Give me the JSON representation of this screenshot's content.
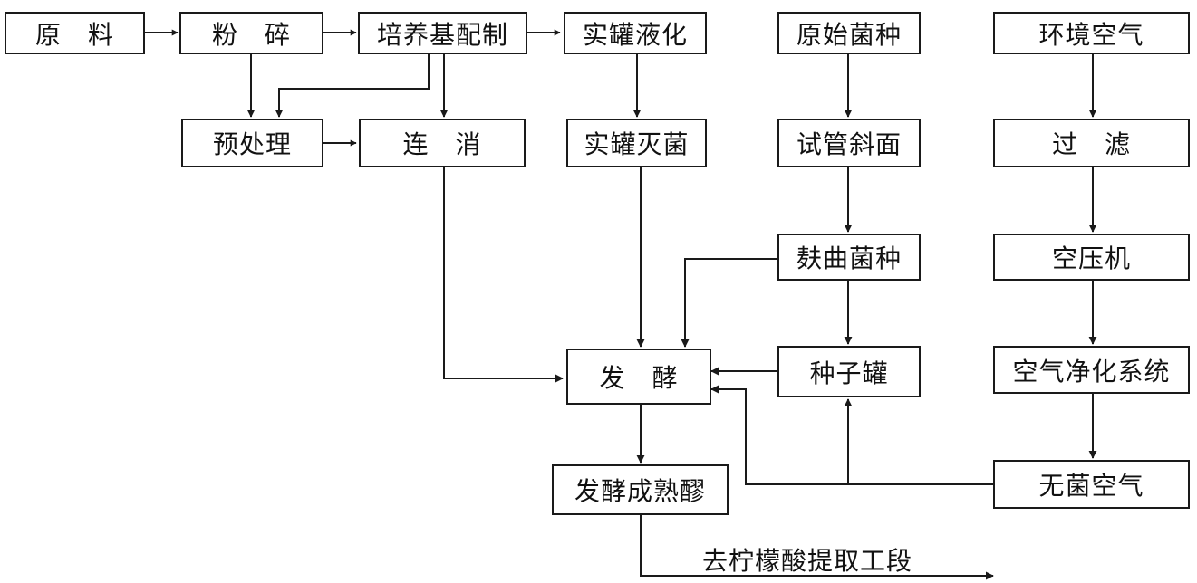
{
  "nodes": {
    "raw_material": "原　料",
    "crushing": "粉　碎",
    "medium_prep": "培养基配制",
    "tank_liquefaction": "实罐液化",
    "original_strain": "原始菌种",
    "ambient_air": "环境空气",
    "pretreatment": "预处理",
    "continuous_sterilization": "连　消",
    "tank_sterilization": "实罐灭菌",
    "slant_tube": "试管斜面",
    "filtration": "过　滤",
    "bran_koji_strain": "麸曲菌种",
    "air_compressor": "空压机",
    "fermentation": "发　酵",
    "seed_tank": "种子罐",
    "air_purification": "空气净化系统",
    "sterile_air": "无菌空气",
    "mature_mash": "发酵成熟醪"
  },
  "edge_labels": {
    "to_extraction": "去柠檬酸提取工段"
  },
  "colors": {
    "line": "#1a1a1a",
    "box_border": "#1a1a1a",
    "text": "#111111",
    "background": "#ffffff"
  }
}
